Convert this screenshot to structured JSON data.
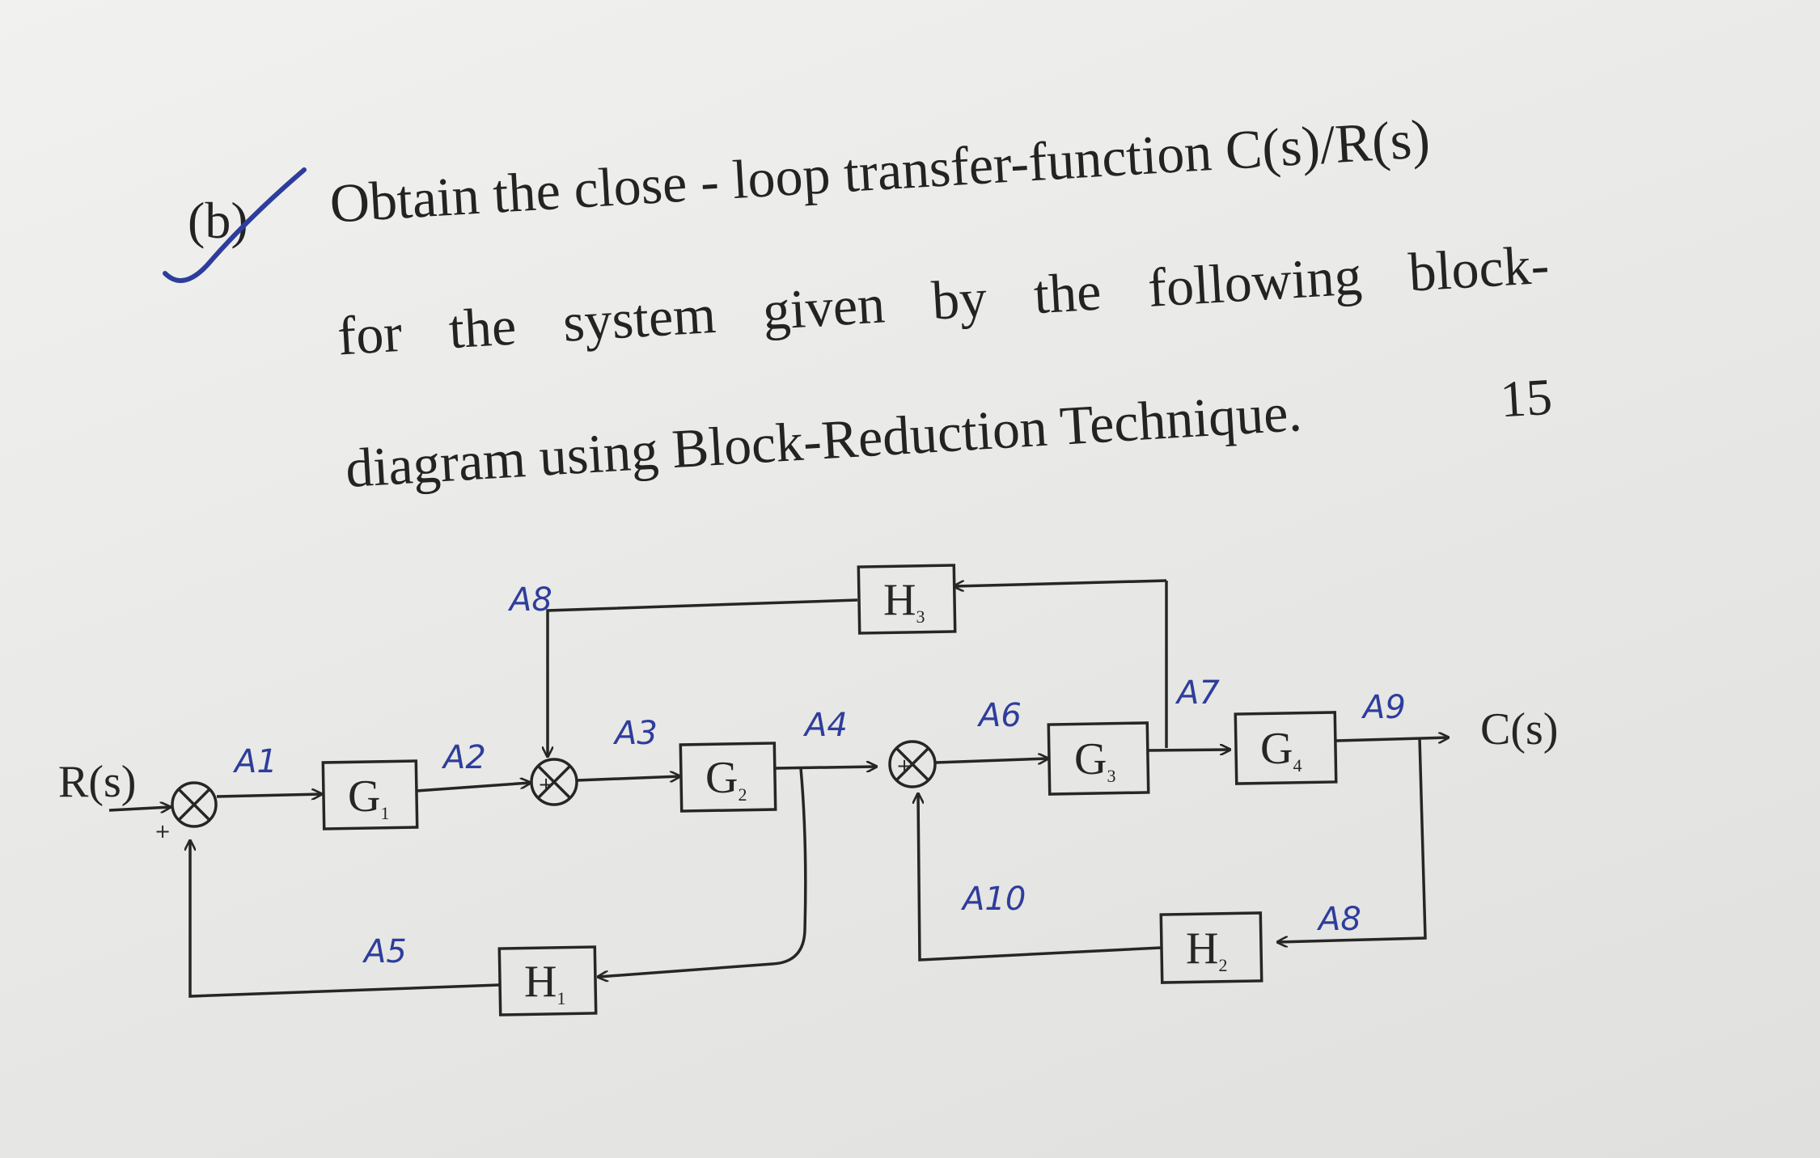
{
  "question": {
    "label": "(b)",
    "line1": "Obtain the close - loop transfer-function C(s)/R(s)",
    "line2_words": [
      "for",
      "the",
      "system",
      "given",
      "by",
      "the",
      "following",
      "block-"
    ],
    "line3": "diagram using Block-Reduction Technique.",
    "marks": "15"
  },
  "diagram": {
    "input": "R(s)",
    "output": "C(s)",
    "blocks": {
      "g1": {
        "main": "G",
        "sub": "1"
      },
      "g2": {
        "main": "G",
        "sub": "2"
      },
      "g3": {
        "main": "G",
        "sub": "3"
      },
      "g4": {
        "main": "G",
        "sub": "4"
      },
      "h1": {
        "main": "H",
        "sub": "1"
      },
      "h2": {
        "main": "H",
        "sub": "2"
      },
      "h3": {
        "main": "H",
        "sub": "3"
      }
    },
    "annotations": {
      "a1": "A1",
      "a2": "A2",
      "a3": "A3",
      "a4": "A4",
      "a5": "A5",
      "a6": "A6",
      "a7": "A7",
      "a8": "A8",
      "a9": "A9",
      "a10": "A10",
      "a8b": "A8"
    }
  },
  "colors": {
    "ink": "#232323",
    "pen": "#2e3d9c"
  }
}
